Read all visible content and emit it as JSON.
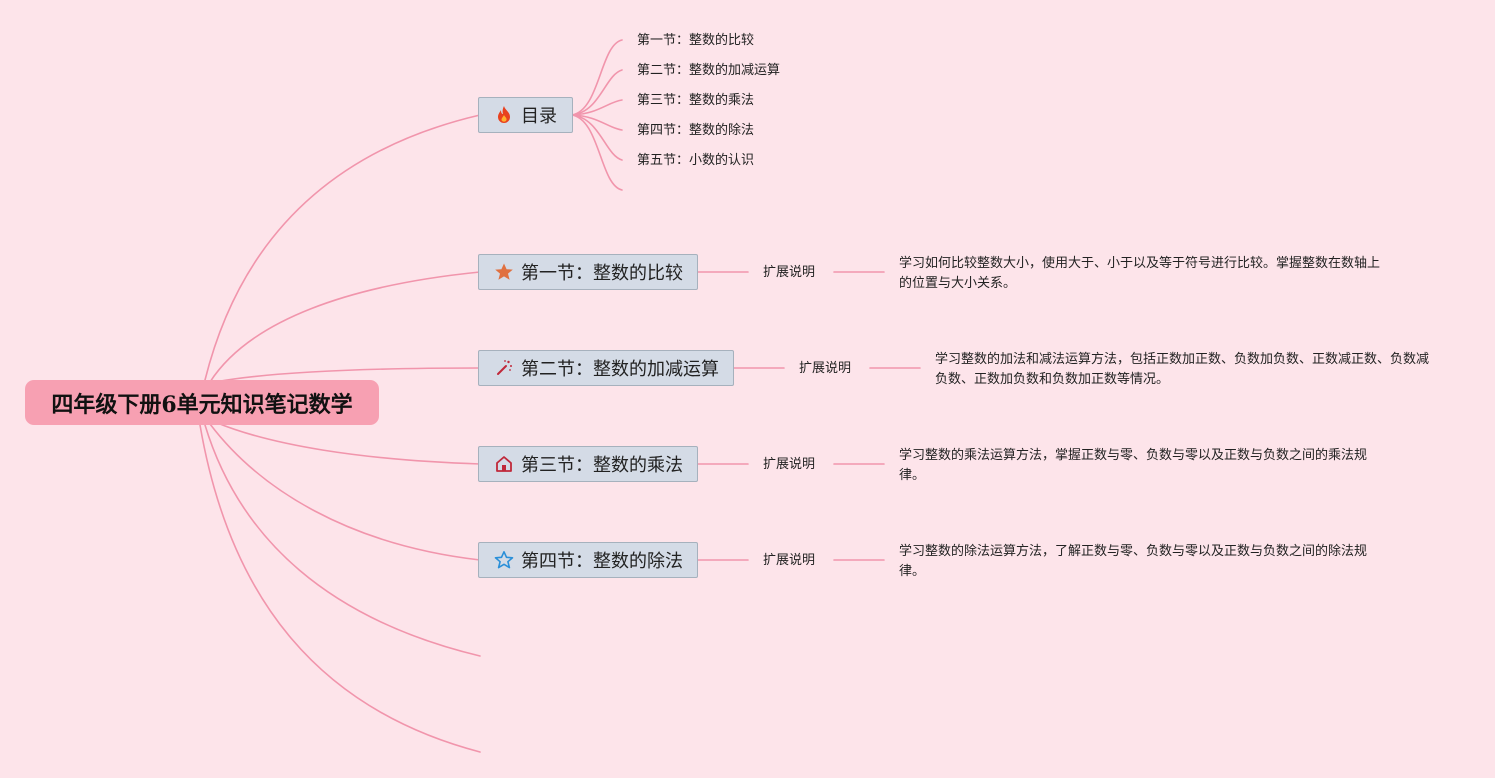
{
  "root": {
    "title": "四年级下册6单元知识笔记数学"
  },
  "toc": {
    "label": "目录",
    "icon": "fire-icon",
    "items": [
      "第一节：整数的比较",
      "第二节：整数的加减运算",
      "第三节：整数的乘法",
      "第四节：整数的除法",
      "第五节：小数的认识"
    ]
  },
  "sections": [
    {
      "label": "第一节：整数的比较",
      "icon": "star-filled-icon",
      "ext_label": "扩展说明",
      "desc": "学习如何比较整数大小，使用大于、小于以及等于符号进行比较。掌握整数在数轴上的位置与大小关系。"
    },
    {
      "label": "第二节：整数的加减运算",
      "icon": "magic-wand-icon",
      "ext_label": "扩展说明",
      "desc": "学习整数的加法和减法运算方法，包括正数加正数、负数加负数、正数减正数、负数减负数、正数加负数和负数加正数等情况。"
    },
    {
      "label": "第三节：整数的乘法",
      "icon": "house-icon",
      "ext_label": "扩展说明",
      "desc": "学习整数的乘法运算方法，掌握正数与零、负数与零以及正数与负数之间的乘法规律。"
    },
    {
      "label": "第四节：整数的除法",
      "icon": "star-outline-icon",
      "ext_label": "扩展说明",
      "desc": "学习整数的除法运算方法，了解正数与零、负数与零以及正数与负数之间的除法规律。"
    }
  ],
  "colors": {
    "background": "#fde4ea",
    "connector": "#f195ac",
    "root_fill": "#f7a0b2",
    "node_fill": "#d4dbe6",
    "node_border": "#a6b1bd"
  }
}
